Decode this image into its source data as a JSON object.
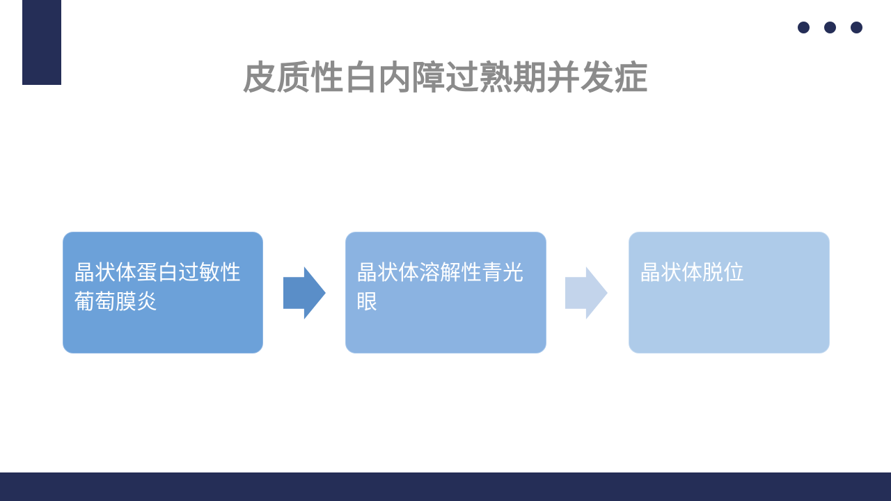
{
  "slide": {
    "title": "皮质性白内障过熟期并发症",
    "process": {
      "steps": [
        {
          "label": "晶状体蛋白过敏性葡萄膜炎",
          "fill": "#6CA1D9"
        },
        {
          "label": "晶状体溶解性青光眼",
          "fill": "#8BB3E1"
        },
        {
          "label": "晶状体脱位",
          "fill": "#AECBE9"
        }
      ],
      "arrows": [
        {
          "icon": "arrow-right-icon",
          "color": "#5A8EC8"
        },
        {
          "icon": "arrow-right-icon",
          "color": "#C3D4EB"
        }
      ]
    },
    "decorations": {
      "corner_bar_color": "#252E57",
      "dots_icon": "three-dots",
      "dots_count": 3,
      "bottom_bar_color": "#252E57",
      "title_color": "#8B8B8B",
      "step_text_color": "#FFFFFF",
      "background": "#FFFFFF"
    }
  }
}
